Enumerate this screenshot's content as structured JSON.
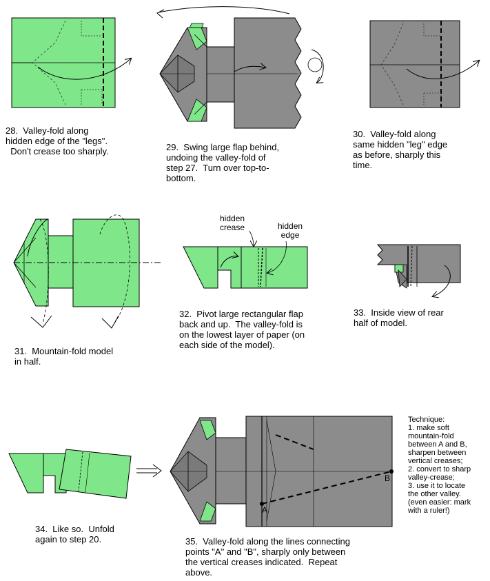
{
  "colors": {
    "green": "#7fe68a",
    "gray": "#8c8c8c",
    "line": "#000000",
    "background": "#ffffff"
  },
  "steps": {
    "s28": "28.  Valley-fold along\nhidden edge of the \"legs\".\n  Don't crease too sharply.",
    "s29": "29.  Swing large flap behind,\nundoing the valley-fold of\nstep 27.  Turn over top-to-\nbottom.",
    "s30": "30.  Valley-fold along\nsame hidden \"leg\" edge\nas before, sharply this\ntime.",
    "s31": "31.  Mountain-fold model\nin half.",
    "s32": "32.  Pivot large rectangular flap\nback and up.  The valley-fold is\non the lowest layer of paper (on\neach side of the model).",
    "s33": "33.  Inside view of rear\nhalf of model.",
    "s34": "34.  Like so.  Unfold\nagain to step 20.",
    "s35": "35.  Valley-fold along the lines connecting\npoints \"A\" and \"B\", sharply only between\nthe vertical creases indicated.  Repeat\nabove."
  },
  "labels": {
    "hidden_crease": "hidden\ncrease",
    "hidden_edge": "hidden\nedge",
    "point_a": "A",
    "point_b": "B"
  },
  "technique": "Technique:\n1. make soft\nmountain-fold\nbetween A and B,\nsharpen between\nvertical creases;\n2. convert to sharp\nvalley-crease;\n3. use it to locate\nthe other valley.\n(even easier: mark\nwith a ruler!)"
}
